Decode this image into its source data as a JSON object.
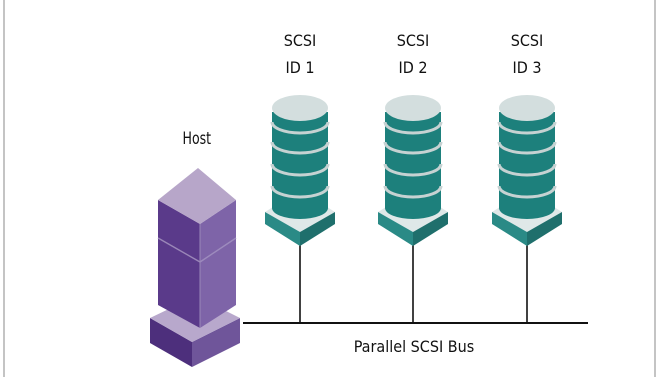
{
  "diagram": {
    "host": {
      "label": "Host"
    },
    "disks": [
      {
        "label_line1": "SCSI",
        "label_line2": "ID 1"
      },
      {
        "label_line1": "SCSI",
        "label_line2": "ID 2"
      },
      {
        "label_line1": "SCSI",
        "label_line2": "ID 3"
      }
    ],
    "bus": {
      "label": "Parallel SCSI Bus"
    }
  },
  "colors": {
    "host_top": "#b7a6c9",
    "host_left": "#5a3a8a",
    "host_right": "#7d63a6",
    "disk_cap": "#d3dede",
    "disk_band": "#1d807c",
    "disk_band_light": "#c6d2d2",
    "disk_base_top": "#dfe8e8",
    "disk_base_side": "#2a8a86",
    "bus_line": "#111111"
  }
}
